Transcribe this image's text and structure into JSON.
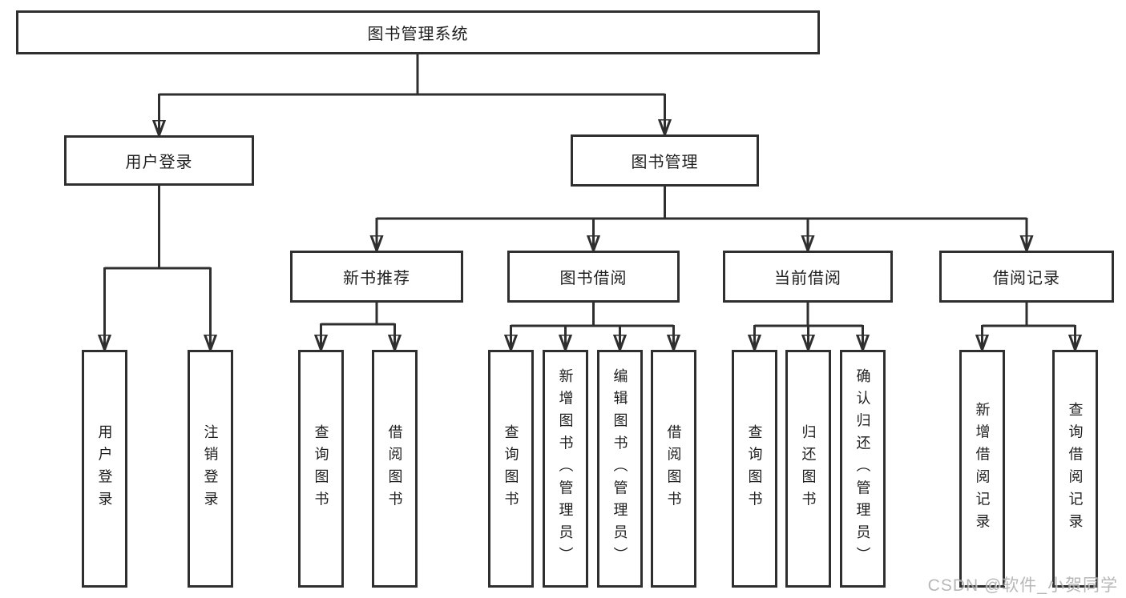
{
  "nodes": {
    "root": {
      "label": "图书管理系统"
    },
    "level2": [
      {
        "label": "用户登录"
      },
      {
        "label": "图书管理"
      }
    ],
    "level3": [
      {
        "label": "新书推荐"
      },
      {
        "label": "图书借阅"
      },
      {
        "label": "当前借阅"
      },
      {
        "label": "借阅记录"
      }
    ],
    "leaves": [
      {
        "label": "用户登录"
      },
      {
        "label": "注销登录"
      },
      {
        "label": "查询图书"
      },
      {
        "label": "借阅图书"
      },
      {
        "label": "查询图书"
      },
      {
        "label": "新增图书（管理员）"
      },
      {
        "label": "编辑图书（管理员）"
      },
      {
        "label": "借阅图书"
      },
      {
        "label": "查询图书"
      },
      {
        "label": "归还图书"
      },
      {
        "label": "确认归还（管理员）"
      },
      {
        "label": "新增借阅记录"
      },
      {
        "label": "查询借阅记录"
      }
    ]
  },
  "watermark": "CSDN @软件_小贺同学",
  "colors": {
    "line": "#2f2f2f",
    "text": "#1f1f1f",
    "watermark": "#a6a6a6",
    "background": "#ffffff"
  }
}
